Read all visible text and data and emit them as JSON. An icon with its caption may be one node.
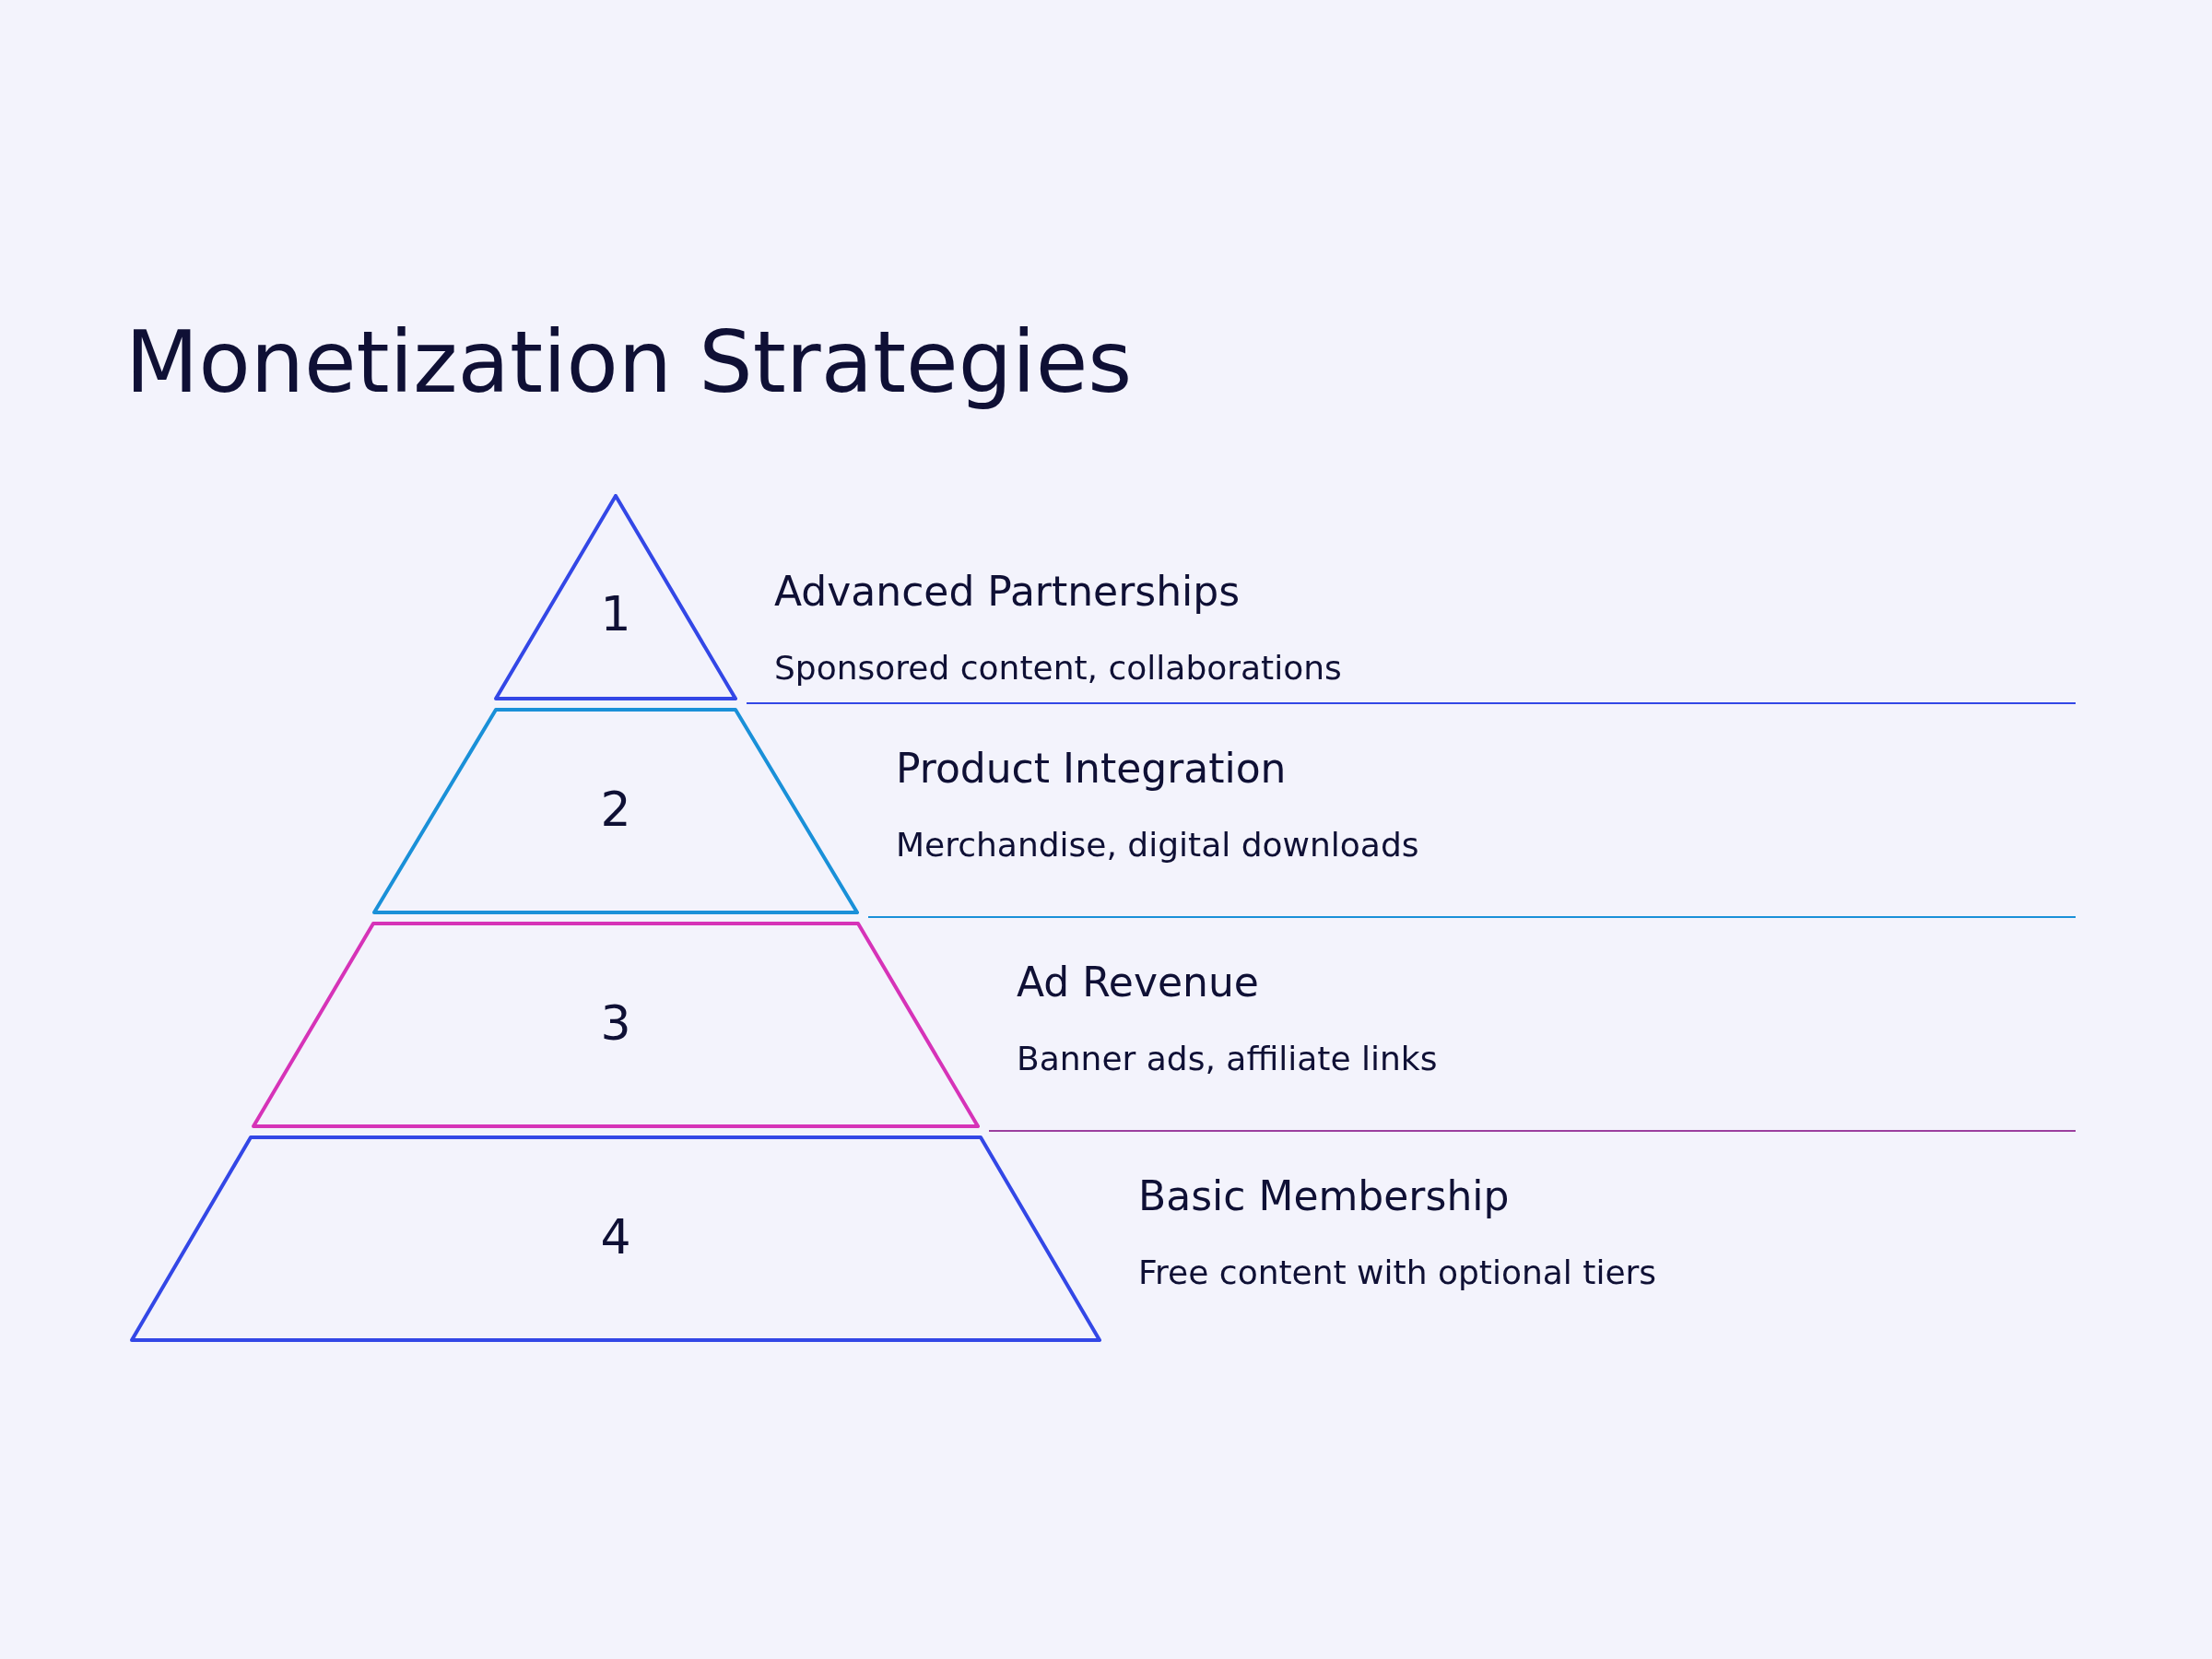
{
  "diagram": {
    "title": "Monetization Strategies",
    "nodes": [
      {
        "text": [
          "1"
        ],
        "beside": [
          "Advanced Partnerships",
          "Sponsored content, collaborations"
        ]
      },
      {
        "text": [
          "2"
        ],
        "beside": [
          "Product Integration",
          "Merchandise, digital downloads"
        ]
      },
      {
        "text": [
          "3"
        ],
        "beside": [
          "Ad Revenue",
          "Banner ads, affiliate links"
        ]
      },
      {
        "text": [
          "4"
        ],
        "beside": [
          "Basic Membership",
          "Free content with optional tiers"
        ]
      }
    ],
    "edges": []
  }
}
